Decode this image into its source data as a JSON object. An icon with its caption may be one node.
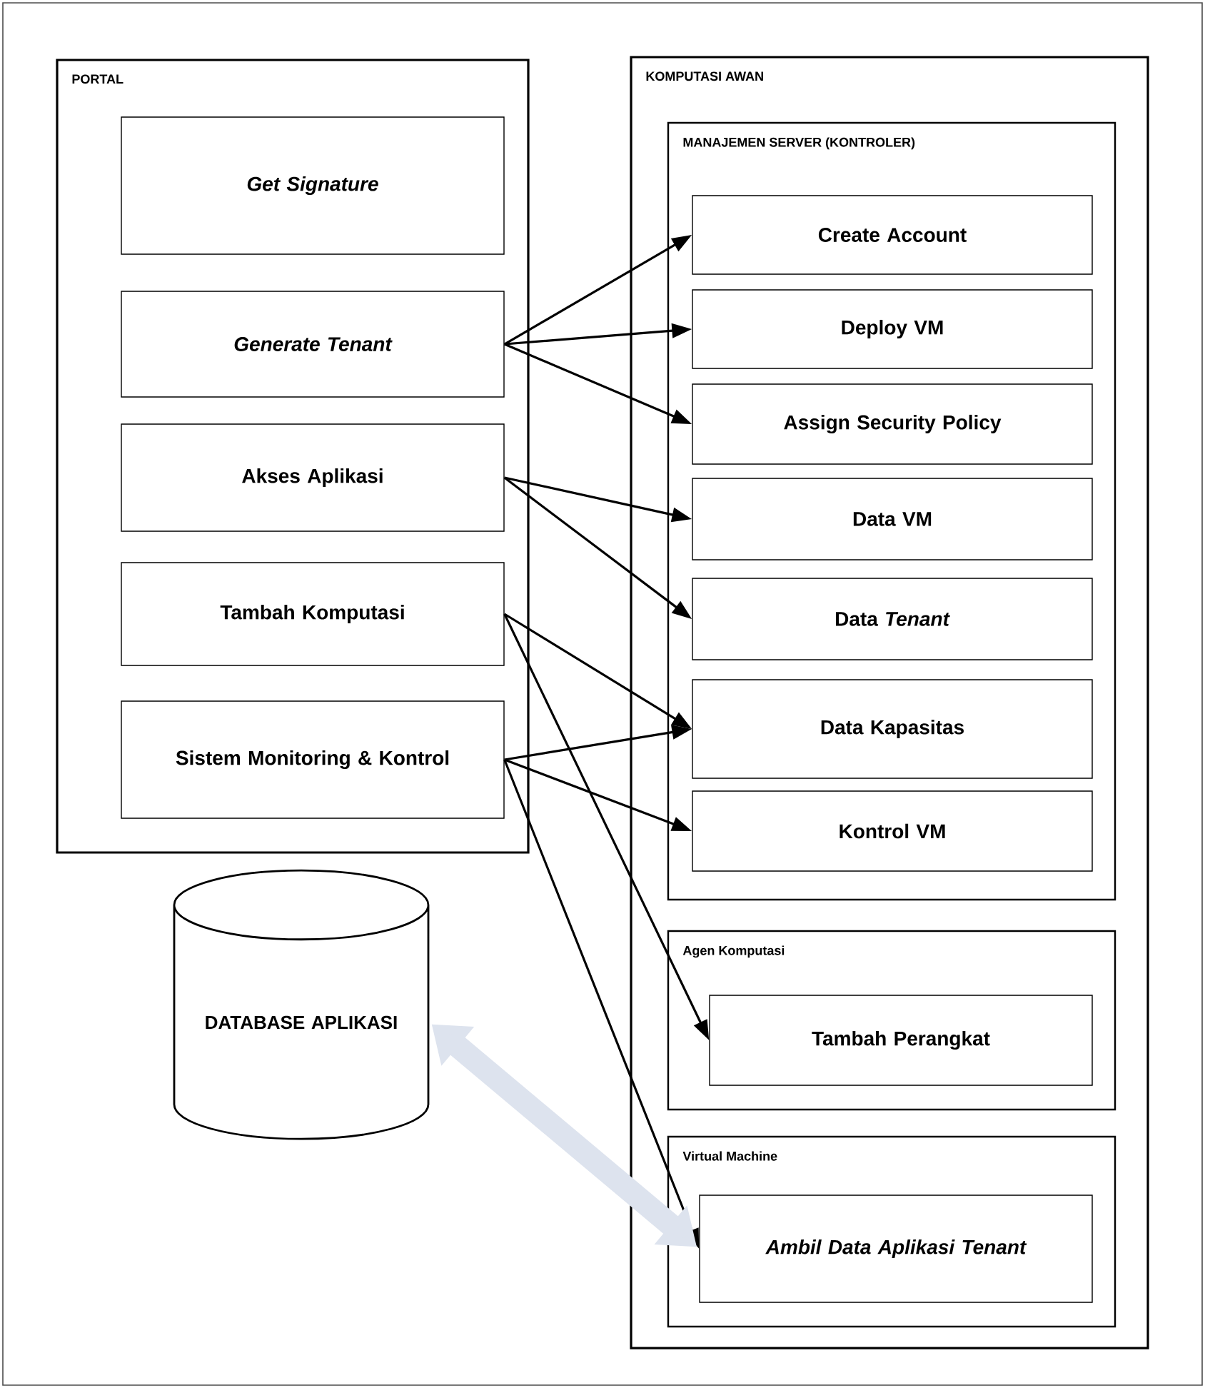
{
  "diagram": {
    "nodes": [
      {
        "text": [
          "PORTAL"
        ]
      },
      {
        "text": [
          "Get Signature"
        ],
        "in": 0
      },
      {
        "text": [
          "Generate Tenant"
        ],
        "in": 0
      },
      {
        "text": [
          "Akses Aplikasi"
        ],
        "in": 0
      },
      {
        "text": [
          "Tambah Komputasi"
        ],
        "in": 0
      },
      {
        "text": [
          "Sistem Monitoring & Kontrol"
        ],
        "in": 0
      },
      {
        "text": [
          "KOMPUTASI AWAN"
        ]
      },
      {
        "text": [
          "MANAJEMEN SERVER (KONTROLER)"
        ],
        "in": 6
      },
      {
        "text": [
          "Create Account"
        ],
        "in": 7
      },
      {
        "text": [
          "Deploy VM"
        ],
        "in": 7
      },
      {
        "text": [
          "Assign Security Policy"
        ],
        "in": 7
      },
      {
        "text": [
          "Data VM"
        ],
        "in": 7
      },
      {
        "text": [
          "Data *Tenant*"
        ],
        "in": 7
      },
      {
        "text": [
          "Data Kapasitas"
        ],
        "in": 7
      },
      {
        "text": [
          "Kontrol VM"
        ],
        "in": 7
      },
      {
        "text": [
          "Agen Komputasi"
        ],
        "in": 6
      },
      {
        "text": [
          "Tambah Perangkat"
        ],
        "in": 15
      },
      {
        "text": [
          "Virtual Machine"
        ],
        "in": 6
      },
      {
        "text": [
          "Ambil Data Aplikasi Tenant"
        ],
        "in": 17
      },
      {
        "text": [
          "DATABASE APLIKASI"
        ]
      }
    ],
    "edges": [
      {
        "from": 2,
        "to": 8,
        "arrow": "to"
      },
      {
        "from": 2,
        "to": 9,
        "arrow": "to"
      },
      {
        "from": 2,
        "to": 10,
        "arrow": "to"
      },
      {
        "from": 3,
        "to": 11,
        "arrow": "to"
      },
      {
        "from": 3,
        "to": 12,
        "arrow": "to"
      },
      {
        "from": 4,
        "to": 13,
        "arrow": "to"
      },
      {
        "from": 4,
        "to": 16,
        "arrow": "to"
      },
      {
        "from": 5,
        "to": 13,
        "arrow": "to"
      },
      {
        "from": 5,
        "to": 14,
        "arrow": "to"
      },
      {
        "from": 5,
        "to": 18,
        "arrow": "to"
      },
      {
        "from": 19,
        "to": 18,
        "arrow": "both",
        "style": "thick",
        "color": "#dde3ee"
      }
    ]
  }
}
